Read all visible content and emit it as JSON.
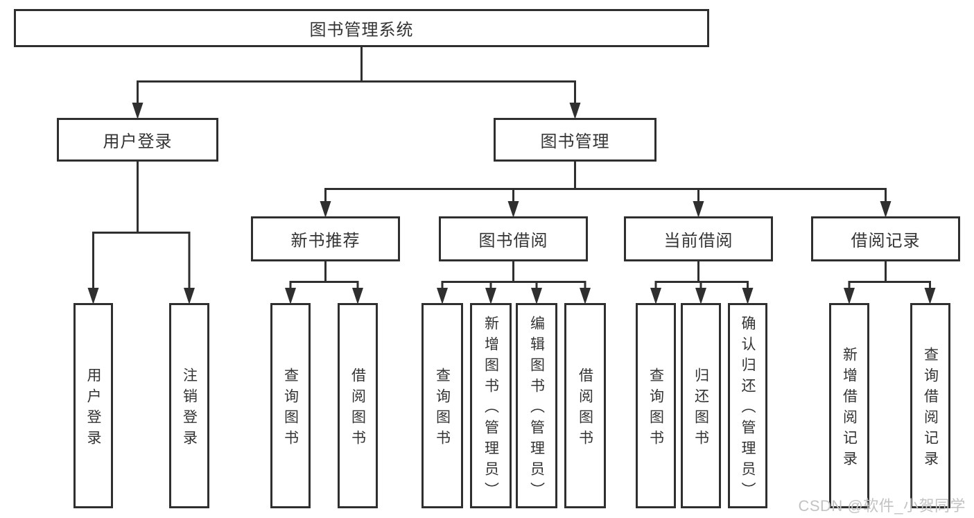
{
  "tree": {
    "root": "图书管理系统",
    "l2": [
      {
        "label": "用户登录",
        "leaves": [
          "用户登录",
          "注销登录"
        ]
      },
      {
        "label": "图书管理",
        "l3": [
          {
            "label": "新书推荐",
            "leaves": [
              "查询图书",
              "借阅图书"
            ]
          },
          {
            "label": "图书借阅",
            "leaves": [
              "查询图书",
              "新增图书（管理员）",
              "编辑图书（管理员）",
              "借阅图书"
            ]
          },
          {
            "label": "当前借阅",
            "leaves": [
              "查询图书",
              "归还图书",
              "确认归还（管理员）"
            ]
          },
          {
            "label": "借阅记录",
            "leaves": [
              "新增借阅记录",
              "查询借阅记录"
            ]
          }
        ]
      }
    ]
  },
  "watermark": {
    "text": "CSDN @软件_小贺同学"
  },
  "colors": {
    "line": "#2f2f2f",
    "box_border": "#2f2f2f",
    "text": "#333333",
    "background": "#ffffff",
    "watermark": "#c3c3c3"
  }
}
